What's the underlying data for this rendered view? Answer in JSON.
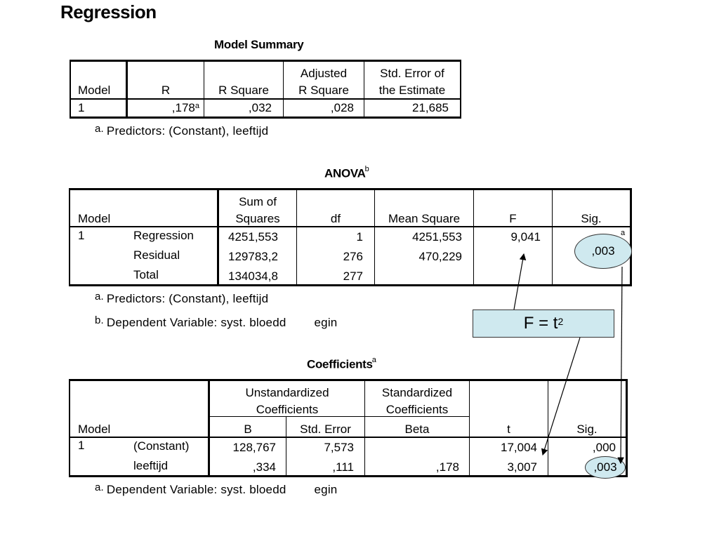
{
  "page_title": "Regression",
  "model_summary": {
    "title": "Model Summary",
    "headers": {
      "model": "Model",
      "r": "R",
      "r_square": "R Square",
      "adj_line1": "Adjusted",
      "adj_line2": "R Square",
      "se_line1": "Std. Error of",
      "se_line2": "the Estimate"
    },
    "row": {
      "model": "1",
      "r": ",178",
      "r_note": "a",
      "r_square": ",032",
      "adj_r_square": ",028",
      "se": "21,685"
    },
    "footnote": {
      "mark": "a.",
      "text": "Predictors: (Constant), leeftijd"
    }
  },
  "anova": {
    "title": "ANOVA",
    "title_note": "b",
    "headers": {
      "model": "Model",
      "ss_line1": "Sum of",
      "ss_line2": "Squares",
      "df": "df",
      "ms": "Mean Square",
      "f": "F",
      "sig": "Sig."
    },
    "model_number": "1",
    "rows": [
      {
        "label": "Regression",
        "ss": "4251,553",
        "df": "1",
        "ms": "4251,553",
        "f": "9,041",
        "sig_note": "a"
      },
      {
        "label": "Residual",
        "ss": "129783,2",
        "df": "276",
        "ms": "470,229"
      },
      {
        "label": "Total",
        "ss": "134034,8",
        "df": "277"
      }
    ],
    "sig_highlight": ",003",
    "footnotes": [
      {
        "mark": "a.",
        "text": "Predictors: (Constant), leeftijd"
      },
      {
        "mark": "b.",
        "text": "Dependent Variable: syst. bloedd",
        "tail": "egin"
      }
    ]
  },
  "callout": {
    "text": "F = t",
    "sup": "2"
  },
  "coefficients": {
    "title": "Coefficients",
    "title_note": "a",
    "headers": {
      "unstd_line1": "Unstandardized",
      "unstd_line2": "Coefficients",
      "std_line1": "Standardized",
      "std_line2": "Coefficients",
      "model": "Model",
      "b": "B",
      "std_error": "Std. Error",
      "beta": "Beta",
      "t": "t",
      "sig": "Sig."
    },
    "model_number": "1",
    "rows": [
      {
        "label": "(Constant)",
        "b": "128,767",
        "se": "7,573",
        "beta": "",
        "t": "17,004",
        "sig": ",000"
      },
      {
        "label": "leeftijd",
        "b": ",334",
        "se": ",111",
        "beta": ",178",
        "t": "3,007",
        "sig": ",003"
      }
    ],
    "footnote": {
      "mark": "a.",
      "text": "Dependent Variable: syst. bloedd",
      "tail": "egin"
    }
  }
}
